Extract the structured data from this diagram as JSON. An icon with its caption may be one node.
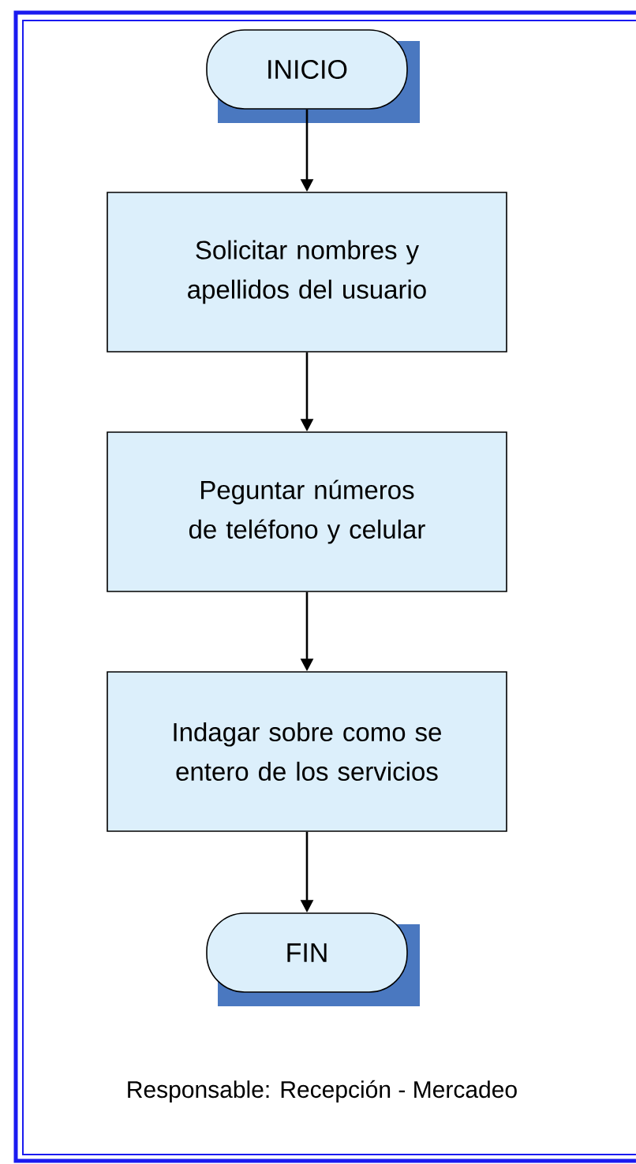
{
  "diagram": {
    "nodes": [
      {
        "text": [
          "INICIO"
        ]
      },
      {
        "text": [
          "Solicitar nombres y apellidos del usuario"
        ]
      },
      {
        "text": [
          "Peguntar números de teléfono y celular"
        ]
      },
      {
        "text": [
          "Indagar sobre como se entero de los servicios"
        ]
      },
      {
        "text": [
          "FIN"
        ]
      }
    ],
    "edges": [
      {
        "from": 0,
        "to": 1,
        "arrow": "to"
      },
      {
        "from": 1,
        "to": 2,
        "arrow": "to"
      },
      {
        "from": 2,
        "to": 3,
        "arrow": "to"
      },
      {
        "from": 3,
        "to": 4,
        "arrow": "to"
      }
    ],
    "labels": [
      "Responsable: Recepción - Mercadeo"
    ]
  }
}
